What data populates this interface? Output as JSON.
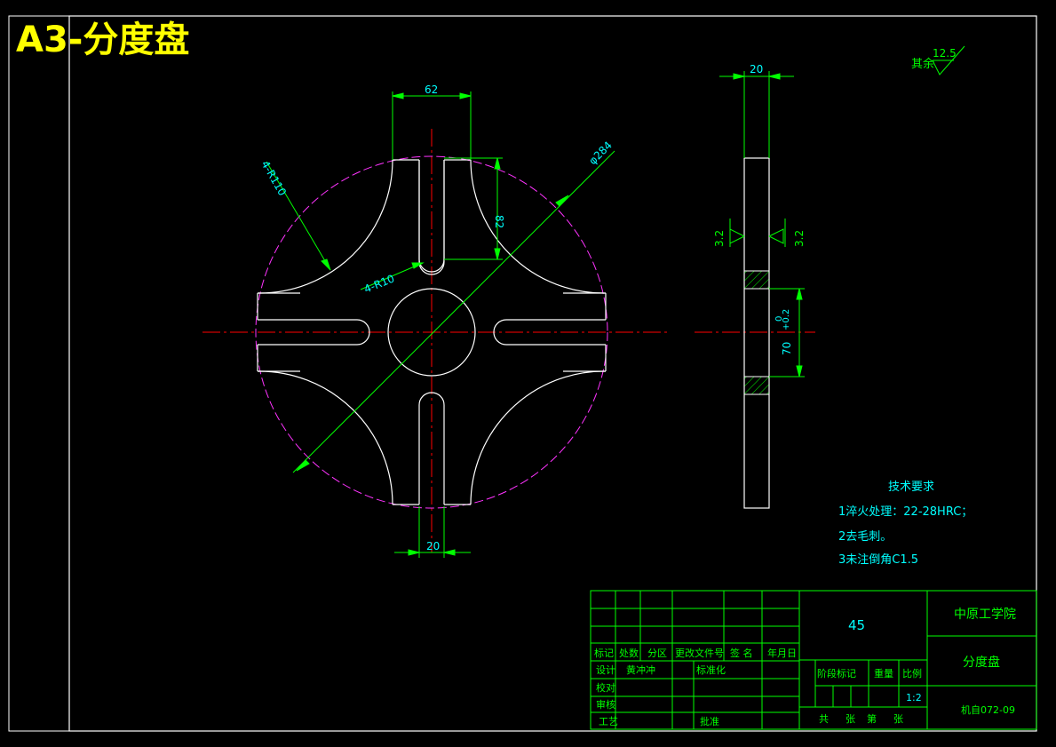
{
  "header": {
    "title": "A3-分度盘"
  },
  "dims": {
    "slot_width_top": "62",
    "outer_diameter": "φ284",
    "corner_radius": "4-R110",
    "slot_end_radius": "4-R10",
    "slot_depth": "82",
    "slot_width_bottom": "20",
    "side_thickness": "20",
    "bore_diameter": "70",
    "bore_tol_upper": "+0.2",
    "bore_tol_lower": "0"
  },
  "roughness": {
    "other_prefix": "其余",
    "other_value": "12.5",
    "left_face": "3.2",
    "right_face": "3.2"
  },
  "tech": {
    "heading": "技术要求",
    "items": [
      "1淬火处理：22-28HRC；",
      "2去毛刺。",
      "3未注倒角C1.5"
    ]
  },
  "title_block": {
    "material": "45",
    "school": "中原工学院",
    "part_name": "分度盘",
    "drawing_no": "机自072-09",
    "col_labels": [
      "标记",
      "处数",
      "分区",
      "更改文件号",
      "签 名",
      "年月日"
    ],
    "design_label": "设计",
    "designer": "黄冲冲",
    "standardize_label": "标准化",
    "check_label": "校对",
    "review_label": "审核",
    "process_label": "工艺",
    "approve_label": "批准",
    "stage_label": "阶段标记",
    "weight_label": "重量",
    "scale_label": "比例",
    "scale_value": "1:2",
    "sheet_total": "共",
    "sheet_unit1": "张",
    "sheet_seq": "第",
    "sheet_unit2": "张"
  }
}
